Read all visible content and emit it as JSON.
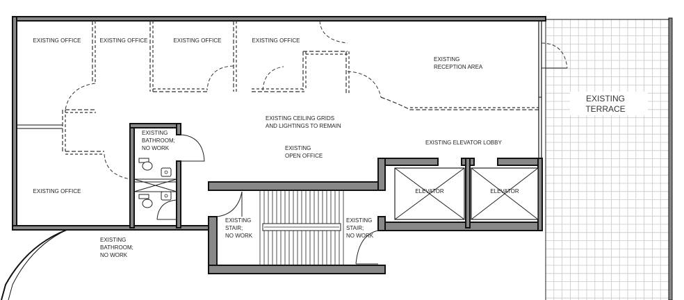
{
  "rooms": {
    "office_1": "EXISTING OFFICE",
    "office_2": "EXISTING OFFICE",
    "office_3": "EXISTING OFFICE",
    "office_4": "EXISTING OFFICE",
    "office_west": "EXISTING OFFICE",
    "reception": [
      "EXISTING",
      "RECEPTION AREA"
    ],
    "ceiling_note": [
      "EXISTING CEILING GRIDS",
      "AND LIGHTINGS TO REMAIN"
    ],
    "open_office": [
      "EXISTING",
      "OPEN OFFICE"
    ],
    "elevator_lobby": "EXISTING ELEVATOR LOBBY",
    "bathroom_inner": [
      "EXISTING",
      "BATHROOM;",
      "NO WORK"
    ],
    "bathroom_outer": [
      "EXISTING",
      "BATHROOM;",
      "NO WORK"
    ],
    "stair_left": [
      "EXISTING",
      "STAIR;",
      "NO WORK"
    ],
    "stair_right": [
      "EXISTING",
      "STAIR;",
      "NO WORK"
    ],
    "elevator_1": "ELEVATOR",
    "elevator_2": "ELEVATOR",
    "terrace": [
      "EXISTING",
      "TERRACE"
    ]
  },
  "colors": {
    "wall_fill": "#888888",
    "line": "#111111",
    "terrace_grid": "#c8c8c8"
  }
}
